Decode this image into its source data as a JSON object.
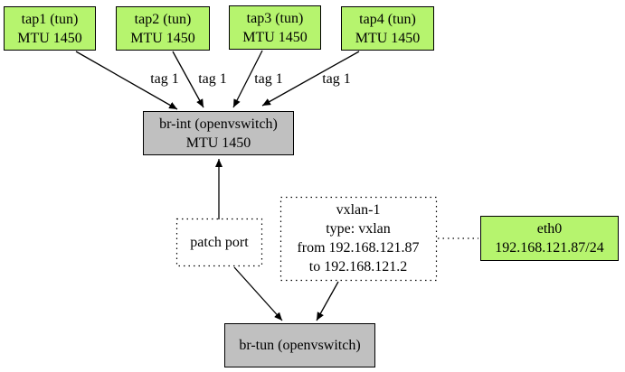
{
  "diagram": {
    "title_hint": "Open vSwitch VXLAN network topology graph",
    "nodes": {
      "tap1": {
        "line1": "tap1 (tun)",
        "line2": "MTU 1450"
      },
      "tap2": {
        "line1": "tap2 (tun)",
        "line2": "MTU 1450"
      },
      "tap3": {
        "line1": "tap3 (tun)",
        "line2": "MTU 1450"
      },
      "tap4": {
        "line1": "tap4 (tun)",
        "line2": "MTU 1450"
      },
      "br_int": {
        "line1": "br-int (openvswitch)",
        "line2": "MTU 1450"
      },
      "patch_port": {
        "line1": "patch port"
      },
      "vxlan": {
        "line1": "vxlan-1",
        "line2": "type: vxlan",
        "line3": "from 192.168.121.87",
        "line4": "to 192.168.121.2"
      },
      "eth0": {
        "line1": "eth0",
        "line2": "192.168.121.87/24"
      },
      "br_tun": {
        "line1": "br-tun (openvswitch)"
      }
    },
    "edge_labels": [
      "tag 1",
      "tag 1",
      "tag 1",
      "tag 1"
    ],
    "colors": {
      "interface_fill": "#b6f46e",
      "bridge_fill": "#c0c0c0",
      "edge_color": "#000000",
      "bg": "#ffffff"
    }
  }
}
